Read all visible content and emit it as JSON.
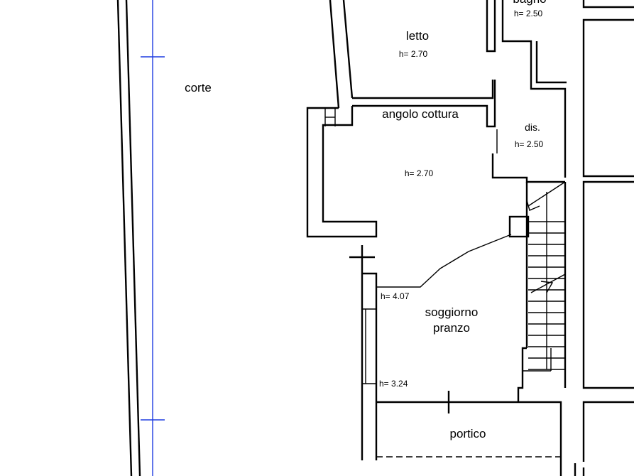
{
  "rooms": {
    "corte": {
      "label": "corte"
    },
    "bagno": {
      "label": "bagno",
      "height": "h= 2.50"
    },
    "letto": {
      "label": "letto",
      "height": "h= 2.70"
    },
    "angolo_cottura": {
      "label": "angolo cottura",
      "height": "h= 2.70"
    },
    "dis": {
      "label": "dis.",
      "height": "h= 2.50"
    },
    "soggiorno": {
      "label_line1": "soggiorno",
      "label_line2": "pranzo",
      "height_top": "h= 4.07",
      "height_bottom": "h= 3.24"
    },
    "portico": {
      "label": "portico"
    }
  },
  "colors": {
    "wall": "#000000",
    "axis_line": "#1f3de0",
    "background": "#ffffff"
  }
}
